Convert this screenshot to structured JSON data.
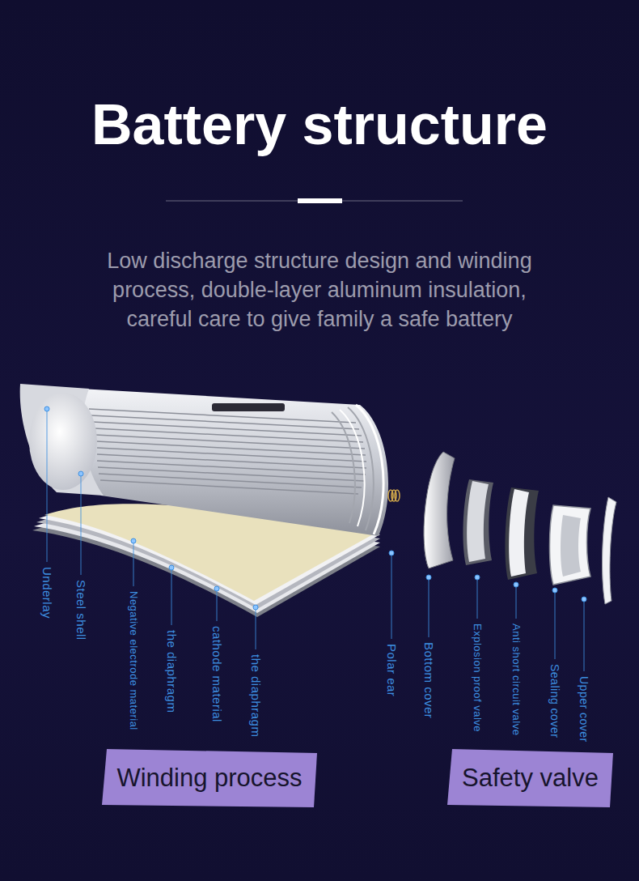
{
  "diagram": {
    "title": "Battery structure",
    "caption": "Low discharge structure design and winding process, double-layer aluminum insulation, careful care to give family a safe battery",
    "nodes": [
      {
        "text": [
          "Winding process"
        ]
      },
      {
        "text": [
          "Safety valve"
        ]
      }
    ],
    "labels": [
      "Underlay",
      "Steel shell",
      "Negative electrode material",
      "the diaphragm",
      "cathode material",
      "the diaphragm",
      "Polar ear",
      "Bottom cover",
      "Explosion proof valve",
      "Anti short circuit valve",
      "Sealing cover",
      "Upper cover"
    ]
  }
}
